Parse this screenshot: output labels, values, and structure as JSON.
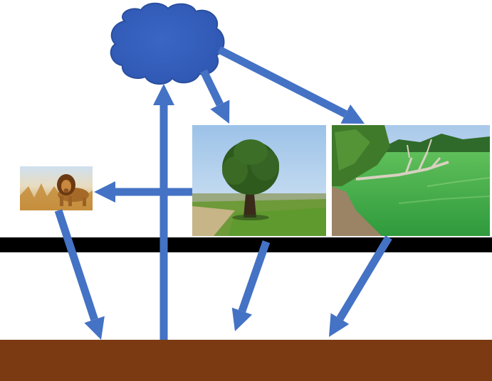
{
  "colors": {
    "arrow": "#4472C4",
    "cloud": "#3F6CC6",
    "cloud_edge": "#2F56A8",
    "black_band": "#000000",
    "soil": "#7B3A12"
  },
  "nodes": [
    {
      "id": "cloud",
      "icon": "cloud-icon"
    },
    {
      "id": "lion",
      "icon": "lion-photo"
    },
    {
      "id": "tree",
      "icon": "tree-photo"
    },
    {
      "id": "pond",
      "icon": "algae-pond-photo"
    },
    {
      "id": "atmosphere-boundary",
      "icon": "black-band"
    },
    {
      "id": "soil",
      "icon": "soil-band"
    }
  ],
  "edges": [
    {
      "from": "cloud",
      "to": "tree"
    },
    {
      "from": "cloud",
      "to": "pond"
    },
    {
      "from": "soil",
      "to": "cloud"
    },
    {
      "from": "tree",
      "to": "lion"
    },
    {
      "from": "lion",
      "to": "soil"
    },
    {
      "from": "tree",
      "to": "soil"
    },
    {
      "from": "pond",
      "to": "soil"
    }
  ]
}
